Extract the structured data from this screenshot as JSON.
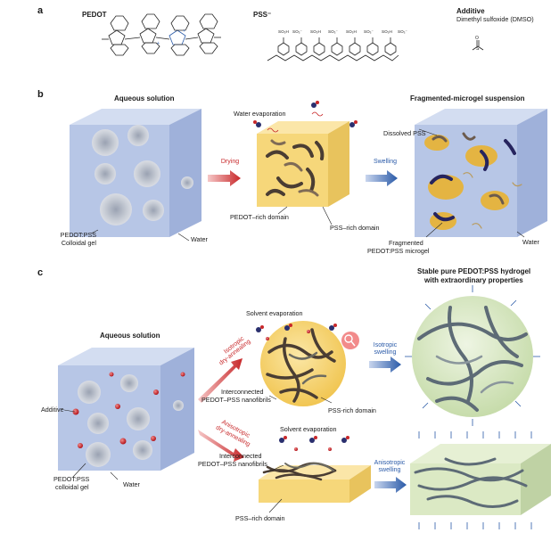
{
  "panels": {
    "a": "a",
    "b": "b",
    "c": "c"
  },
  "panel_a": {
    "pedot": "PEDOT",
    "pss": "PSS⁻",
    "additive_title": "Additive",
    "additive_sub": "Dimethyl sulfoxide (DMSO)",
    "so3_labels": [
      "SO₃H",
      "SO₃⁻",
      "SO₃H",
      "SO₃⁻",
      "SO₃H",
      "SO₃⁻",
      "SO₃H",
      "SO₃⁻"
    ]
  },
  "panel_b": {
    "aqueous": "Aqueous solution",
    "water_evap": "Water evaporation",
    "fragmented_title": "Fragmented-microgel suspension",
    "drying": "Drying",
    "swelling": "Swelling",
    "dissolved_pss": "Dissolved PSS",
    "pedot_pss": "PEDOT:PSS",
    "colloidal_gel": "Colloidal gel",
    "water1": "Water",
    "pedot_rich": "PEDOT–rich domain",
    "pss_rich": "PSS–rich domain",
    "fragmented": "Fragmented",
    "fragmented_microgel": "PEDOT:PSS microgel",
    "water2": "Water"
  },
  "panel_c": {
    "aqueous": "Aqueous solution",
    "solvent_evap1": "Solvent evaporation",
    "stable_title1": "Stable pure PEDOT:PSS hydrogel",
    "stable_title2": "with extraordinary properties",
    "isotropic_dry1": "Isotropic",
    "isotropic_dry2": "dry-annealing",
    "isotropic_swell1": "Isotropic",
    "isotropic_swell2": "swelling",
    "additive": "Additive",
    "interconnected1": "Interconnected",
    "nanofibrils1": "PEDOT–PSS nanofibrils",
    "pss_rich1": "PSS-rich domain",
    "anisotropic_dry1": "Anisotropic",
    "anisotropic_dry2": "dry-annealing",
    "solvent_evap2": "Solvent evaporation",
    "pedot_pss": "PEDOT:PSS",
    "colloidal_gel": "colloidal gel",
    "water": "Water",
    "interconnected2": "Interconnected",
    "nanofibrils2": "PEDOT–PSS nanofibrils",
    "anisotropic_swell1": "Anisotropic",
    "anisotropic_swell2": "swelling",
    "pss_rich2": "PSS–rich domain"
  },
  "colors": {
    "cube_face": "#b7c6e6",
    "cube_top": "#d3ddf1",
    "cube_side": "#9fb1da",
    "dry_yellow": "#f6d77a",
    "hydrogel_green": "#dbe9c4",
    "red_arrow": "#c8282a",
    "blue_arrow": "#2a5aa8",
    "fibril_dark": "#4a3d33",
    "fibril_gray": "#5d6b76",
    "microgel_gold": "#e7b43a",
    "microgel_navy": "#26245e",
    "red_dot": "#c8282a"
  }
}
